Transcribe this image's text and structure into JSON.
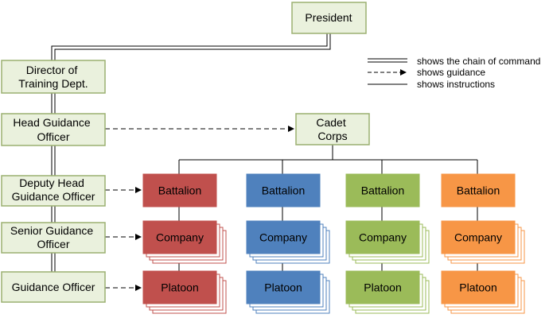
{
  "nodes": {
    "president": "President",
    "director": [
      "Director of",
      "Training Dept."
    ],
    "head_guidance": [
      "Head Guidance",
      "Officer"
    ],
    "deputy_head": [
      "Deputy Head",
      "Guidance Officer"
    ],
    "senior_guidance": [
      "Senior Guidance",
      "Officer"
    ],
    "guidance_officer": "Guidance Officer",
    "cadet_corps": [
      "Cadet",
      "Corps"
    ]
  },
  "legend": {
    "chain_of_command": "shows the chain of command",
    "guidance": "shows guidance",
    "instructions": "shows instructions"
  },
  "columns": [
    {
      "color": "#c0504d",
      "battalion": "Battalion",
      "company": "Company",
      "platoon": "Platoon"
    },
    {
      "color": "#4f81bd",
      "battalion": "Battalion",
      "company": "Company",
      "platoon": "Platoon"
    },
    {
      "color": "#9bbb59",
      "battalion": "Battalion",
      "company": "Company",
      "platoon": "Platoon"
    },
    {
      "color": "#f79646",
      "battalion": "Battalion",
      "company": "Company",
      "platoon": "Platoon"
    }
  ],
  "colors": {
    "staff_fill": "#eaf1dd",
    "staff_border": "#9bb070"
  }
}
